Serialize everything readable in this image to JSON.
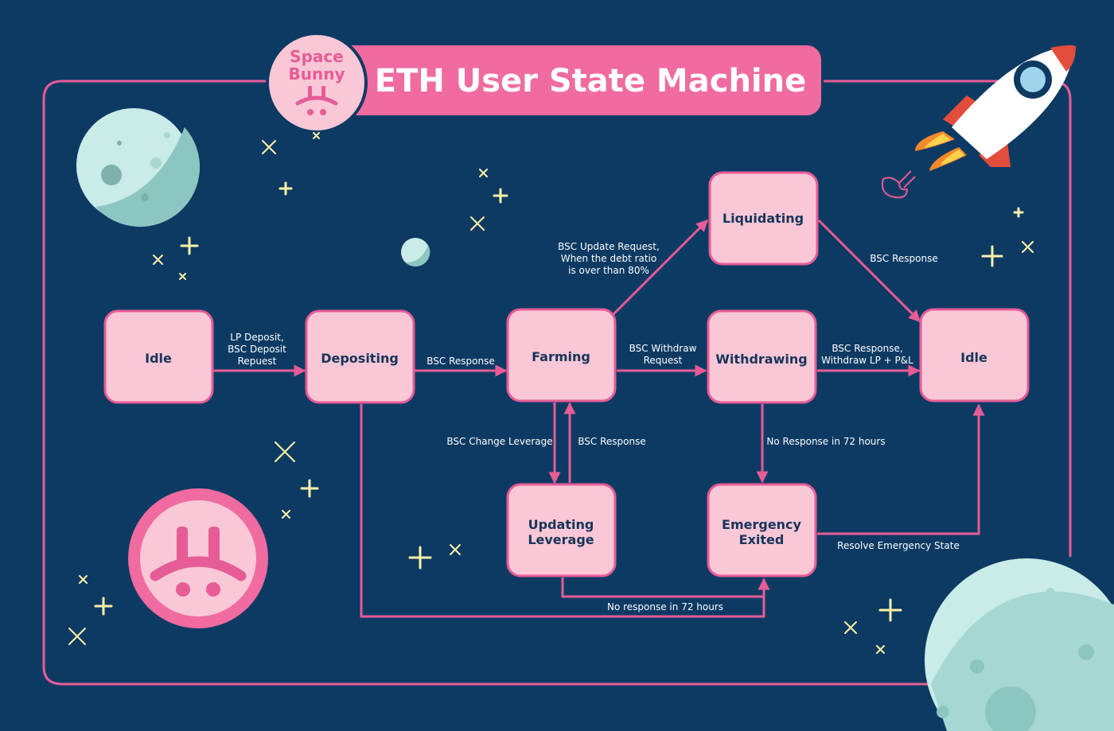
{
  "header": {
    "title": "ETH User State Machine",
    "logo_line1": "Space",
    "logo_line2": "Bunny"
  },
  "colors": {
    "background": "#0d3a63",
    "accent_pink": "#e65c96",
    "state_fill": "#f9c7d6",
    "label_text": "#ffffff",
    "state_text": "#16355a",
    "sparkle": "#fff2a8",
    "moon": "#a7d7d2"
  },
  "states": {
    "idle_start": "Idle",
    "depositing": "Depositing",
    "farming": "Farming",
    "liquidating": "Liquidating",
    "withdrawing": "Withdrawing",
    "idle_end": "Idle",
    "updating_leverage_1": "Updating",
    "updating_leverage_2": "Leverage",
    "emergency_exited_1": "Emergency",
    "emergency_exited_2": "Exited"
  },
  "transitions": {
    "idle_to_depositing_1": "LP Deposit,",
    "idle_to_depositing_2": "BSC Deposit",
    "idle_to_depositing_3": "Repuest",
    "depositing_to_farming": "BSC Response",
    "farming_to_liquidating_1": "BSC Update Request,",
    "farming_to_liquidating_2": "When the debt ratio",
    "farming_to_liquidating_3": "is over than 80%",
    "farming_to_withdrawing_1": "BSC Withdraw",
    "farming_to_withdrawing_2": "Request",
    "liquidating_to_idle": "BSC Response",
    "withdrawing_to_idle_1": "BSC Response,",
    "withdrawing_to_idle_2": "Withdraw LP + P&L",
    "farming_to_updating": "BSC Change Leverage",
    "updating_to_farming": "BSC Response",
    "withdrawing_to_emergency": "No Response in 72 hours",
    "emergency_to_idle": "Resolve Emergency State",
    "updating_depositing_to_emergency": "No response in 72 hours"
  },
  "icons": {
    "rocket": "rocket-icon",
    "moon": "moon-icon",
    "logo": "space-bunny-logo"
  }
}
